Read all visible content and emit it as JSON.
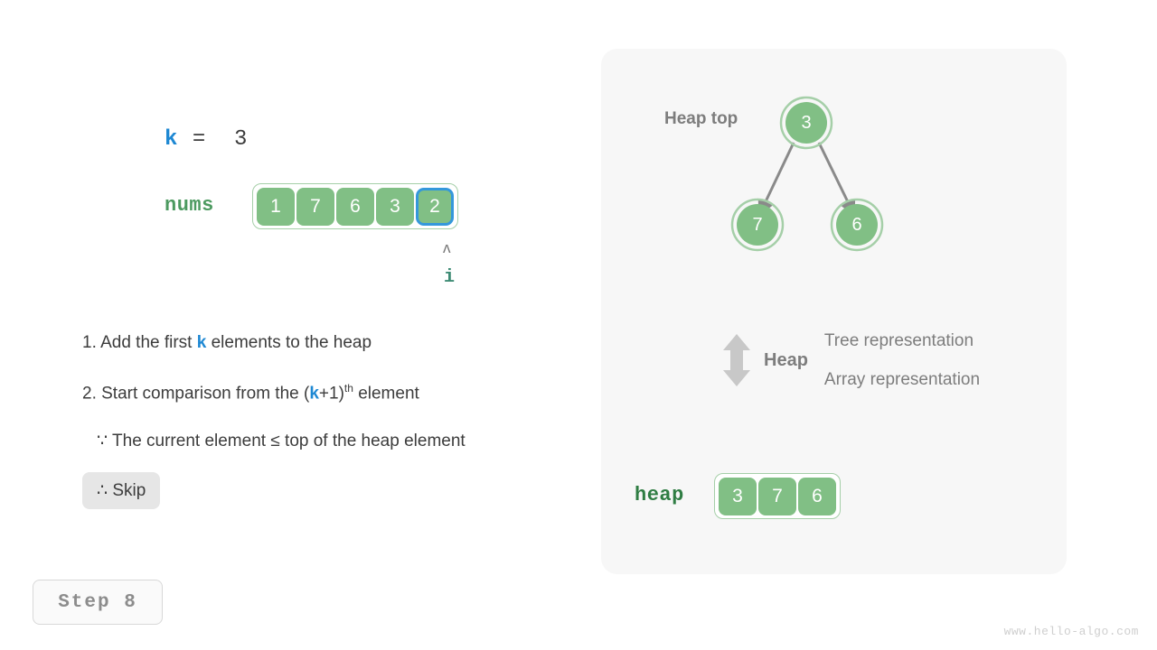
{
  "left": {
    "k_line": {
      "name": "k",
      "eq": "=",
      "value": "3"
    },
    "nums_label": "nums",
    "nums_values": [
      "1",
      "7",
      "6",
      "3",
      "2"
    ],
    "nums_highlight_index": 4,
    "pointer": {
      "caret": "ʌ",
      "label": "i"
    },
    "steps": {
      "step1_pre": "1. Add the first ",
      "step1_k": "k",
      "step1_post": " elements to the heap",
      "step2_pre": "2. Start comparison from the (",
      "step2_k": "k",
      "step2_mid": "+1)",
      "step2_sup": "th",
      "step2_post": " element",
      "step3": "∵ The current element ≤ top of the heap element",
      "step4": "∴ Skip"
    },
    "step_badge": "Step 8",
    "watermark": "www.hello-algo.com"
  },
  "right": {
    "heap_top_label": "Heap top",
    "tree": {
      "root": "3",
      "left_child": "7",
      "right_child": "6"
    },
    "legend": {
      "heap": "Heap",
      "tree_representation": "Tree representation",
      "array_representation": "Array representation"
    },
    "heap_label": "heap",
    "heap_values": [
      "3",
      "7",
      "6"
    ]
  },
  "colors": {
    "cell_green": "#81bf85",
    "highlight_blue": "#3498db",
    "k_blue": "#1e88d3",
    "label_green": "#4c9a60",
    "panel_bg": "#f7f7f7",
    "arrow_gray": "#8a8a8a"
  }
}
